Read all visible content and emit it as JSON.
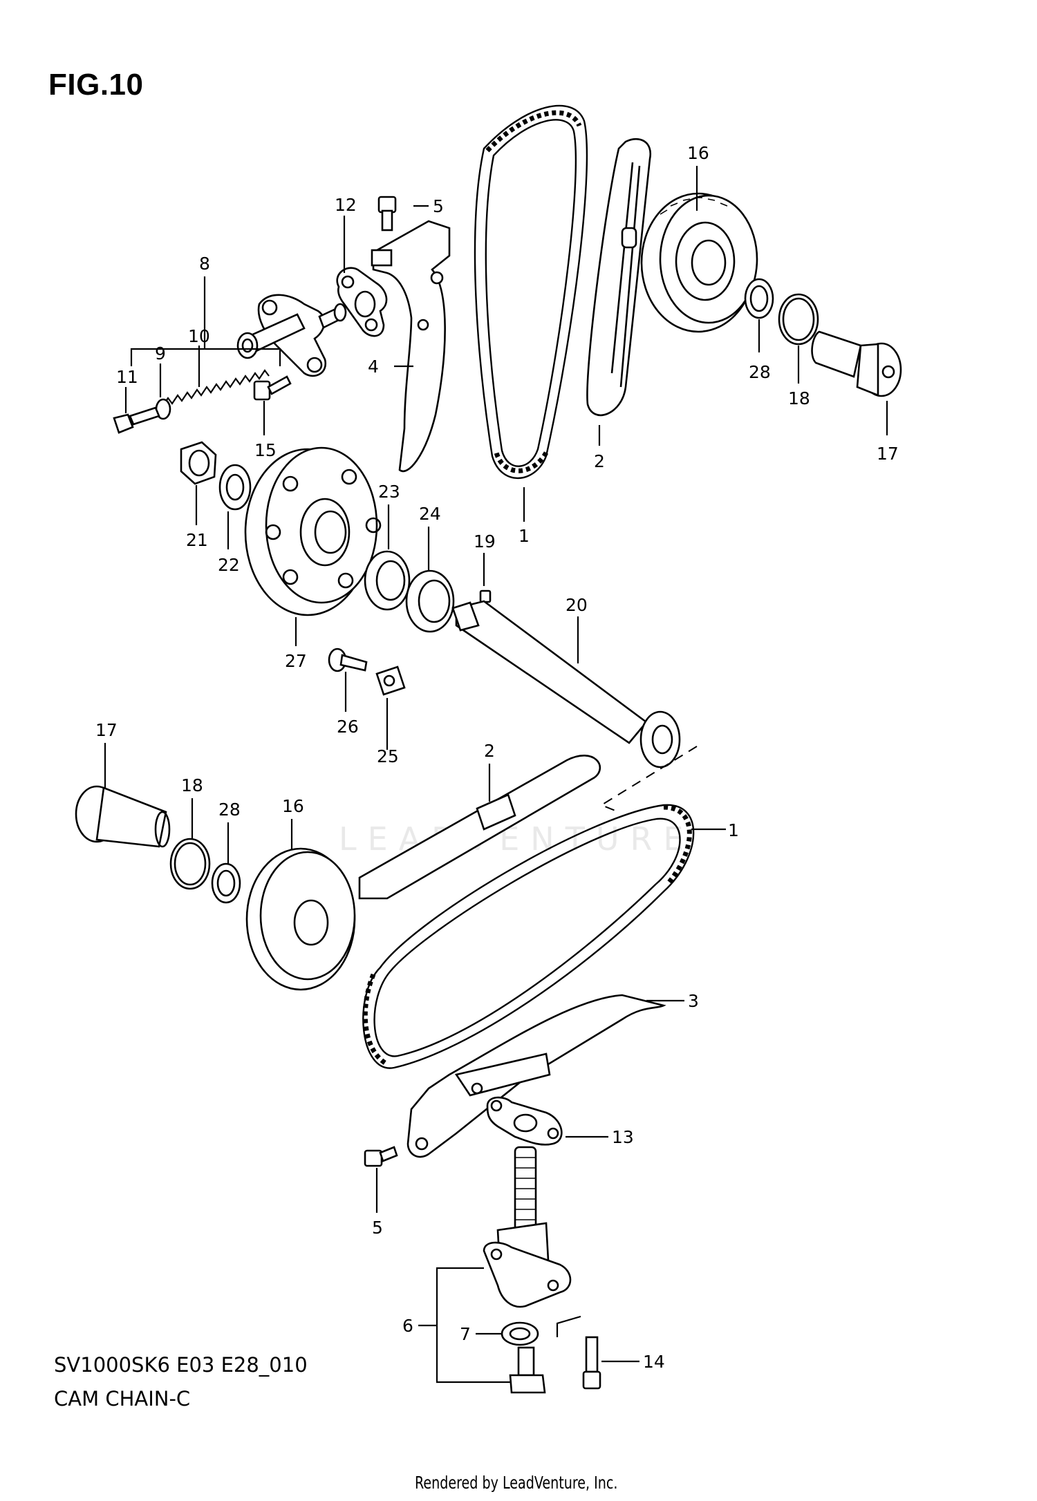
{
  "figure": {
    "title": "FIG.10",
    "model_code": "SV1000SK6 E03 E28_010",
    "section_name": "CAM CHAIN-C",
    "rendered_by": "Rendered by LeadVenture, Inc.",
    "watermark": "LEADVENTURE"
  },
  "callouts": [
    {
      "id": "c16a",
      "label": "16"
    },
    {
      "id": "c12",
      "label": "12"
    },
    {
      "id": "c5a",
      "label": "5"
    },
    {
      "id": "c8",
      "label": "8"
    },
    {
      "id": "c10",
      "label": "10"
    },
    {
      "id": "c9",
      "label": "9"
    },
    {
      "id": "c11",
      "label": "11"
    },
    {
      "id": "c4",
      "label": "4"
    },
    {
      "id": "c15",
      "label": "15"
    },
    {
      "id": "c28a",
      "label": "28"
    },
    {
      "id": "c18a",
      "label": "18"
    },
    {
      "id": "c17a",
      "label": "17"
    },
    {
      "id": "c2a",
      "label": "2"
    },
    {
      "id": "c1a",
      "label": "1"
    },
    {
      "id": "c21",
      "label": "21"
    },
    {
      "id": "c22",
      "label": "22"
    },
    {
      "id": "c23",
      "label": "23"
    },
    {
      "id": "c24",
      "label": "24"
    },
    {
      "id": "c19",
      "label": "19"
    },
    {
      "id": "c20",
      "label": "20"
    },
    {
      "id": "c27",
      "label": "27"
    },
    {
      "id": "c26",
      "label": "26"
    },
    {
      "id": "c25",
      "label": "25"
    },
    {
      "id": "c17b",
      "label": "17"
    },
    {
      "id": "c2b",
      "label": "2"
    },
    {
      "id": "c18b",
      "label": "18"
    },
    {
      "id": "c28b",
      "label": "28"
    },
    {
      "id": "c16b",
      "label": "16"
    },
    {
      "id": "c1b",
      "label": "1"
    },
    {
      "id": "c3",
      "label": "3"
    },
    {
      "id": "c13",
      "label": "13"
    },
    {
      "id": "c5b",
      "label": "5"
    },
    {
      "id": "c6",
      "label": "6"
    },
    {
      "id": "c7",
      "label": "7"
    },
    {
      "id": "c14",
      "label": "14"
    }
  ]
}
